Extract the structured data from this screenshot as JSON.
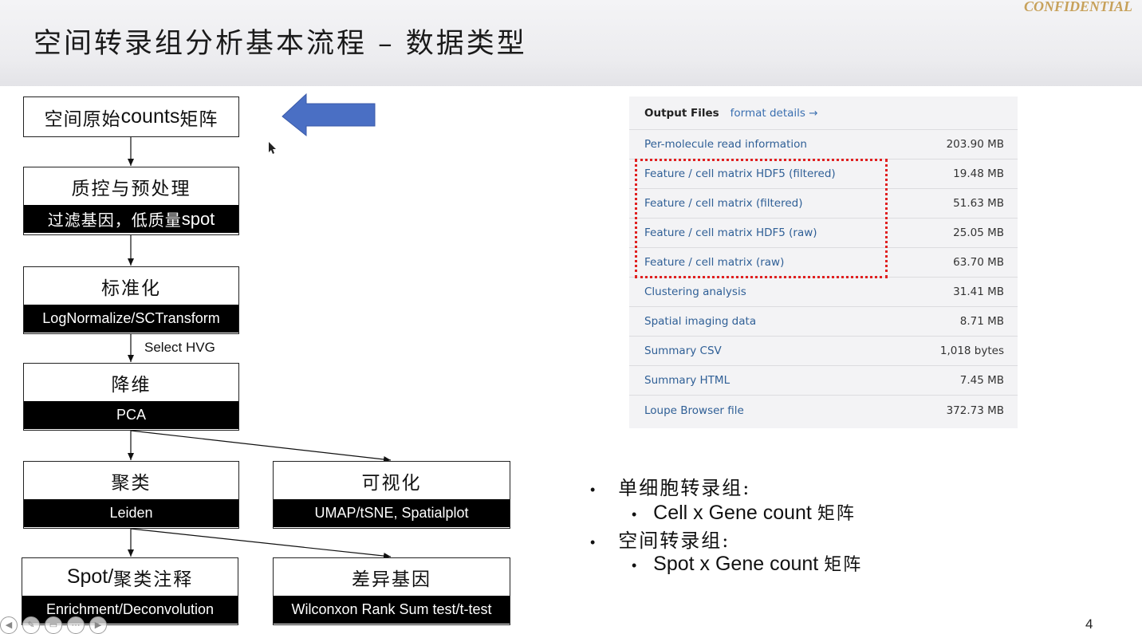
{
  "slide": {
    "title": "空间转录组分析基本流程 – 数据类型",
    "watermark": "CONFIDENTIAL",
    "page_number": "4"
  },
  "flow": {
    "start": {
      "label_cn_prefix": "空间原始",
      "label_en": "counts",
      "label_cn_suffix": "矩阵"
    },
    "qc": {
      "title": "质控与预处理",
      "detail_cn": "过滤基因，低质量",
      "detail_en": "spot"
    },
    "normalize": {
      "title": "标准化",
      "detail": "LogNormalize/SCTransform"
    },
    "edge_label": "Select HVG",
    "reduce": {
      "title": "降维",
      "detail": "PCA"
    },
    "cluster": {
      "title": "聚类",
      "detail": "Leiden"
    },
    "visualize": {
      "title": "可视化",
      "detail": "UMAP/tSNE, Spatialplot"
    },
    "annotate": {
      "title_en": "Spot/",
      "title_cn": "聚类注释",
      "detail": "Enrichment/Deconvolution"
    },
    "de": {
      "title": "差异基因",
      "detail": "Wilconxon Rank Sum test/t-test"
    }
  },
  "output_files": {
    "header": "Output Files",
    "format_link": "format details →",
    "rows": [
      {
        "name": "Per-molecule read information",
        "size": "203.90 MB"
      },
      {
        "name": "Feature / cell matrix HDF5 (filtered)",
        "size": "19.48 MB"
      },
      {
        "name": "Feature / cell matrix (filtered)",
        "size": "51.63 MB"
      },
      {
        "name": "Feature / cell matrix HDF5 (raw)",
        "size": "25.05 MB"
      },
      {
        "name": "Feature / cell matrix (raw)",
        "size": "63.70 MB"
      },
      {
        "name": "Clustering analysis",
        "size": "31.41 MB"
      },
      {
        "name": "Spatial imaging data",
        "size": "8.71 MB"
      },
      {
        "name": "Summary CSV",
        "size": "1,018 bytes"
      },
      {
        "name": "Summary HTML",
        "size": "7.45 MB"
      },
      {
        "name": "Loupe Browser file",
        "size": "372.73 MB"
      }
    ]
  },
  "bullets": {
    "sc": {
      "label": "单细胞转录组:",
      "sub_en": "Cell x Gene count ",
      "sub_cn": "矩阵"
    },
    "st": {
      "label": "空间转录组:",
      "sub_en": "Spot x Gene count ",
      "sub_cn": "矩阵"
    },
    "marker": "•"
  },
  "colors": {
    "arrow_fill": "#4a6fc4",
    "highlight_border": "#e02020",
    "link": "#2f5f96",
    "watermark": "#c7a15a"
  },
  "icons": [
    "left-arrow-icon",
    "pen-icon",
    "slides-icon",
    "more-icon",
    "right-arrow-icon"
  ]
}
